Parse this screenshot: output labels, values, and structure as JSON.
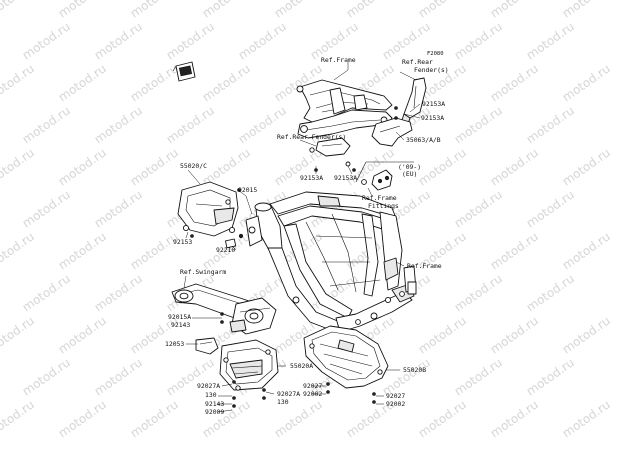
{
  "watermark": {
    "text": "motod.ru"
  },
  "diagram": {
    "code": "F2080",
    "labels": {
      "ref_frame_top": "Ref.Frame",
      "ref_rear_fender_top_1": "Ref.Rear",
      "ref_rear_fender_top_2": "Fender(s)",
      "p92153a_1": "92153A",
      "p92153a_2": "92153A",
      "ref_rear_fender_mid": "Ref.Rear Fender(s)",
      "p35063": "35063/A/B",
      "p92153a_3": "92153A",
      "p92153a_4": "92153A",
      "eu_1": "('09-)",
      "eu_2": "(EU)",
      "ref_frame_fittings_1": "Ref.Frame",
      "ref_frame_fittings_2": "Fittings",
      "p55020c": "55020/C",
      "p92015": "92015",
      "p92153": "92153",
      "p92210": "92210",
      "ref_swingarm": "Ref.Swingarm",
      "ref_frame_right": "Ref.Frame",
      "p92015a": "92015A",
      "p92143_1": "92143",
      "p12053": "12053",
      "p55020a": "55020A",
      "p55020b": "55020B",
      "p92027a_1": "92027A",
      "p130_1": "130",
      "p92027a_2": "92027A",
      "p130_2": "130",
      "p92143_2": "92143",
      "p92009": "92009",
      "p92027_1": "92027",
      "p92002_1": "92002",
      "p92027_2": "92027",
      "p92002_2": "92002"
    }
  }
}
